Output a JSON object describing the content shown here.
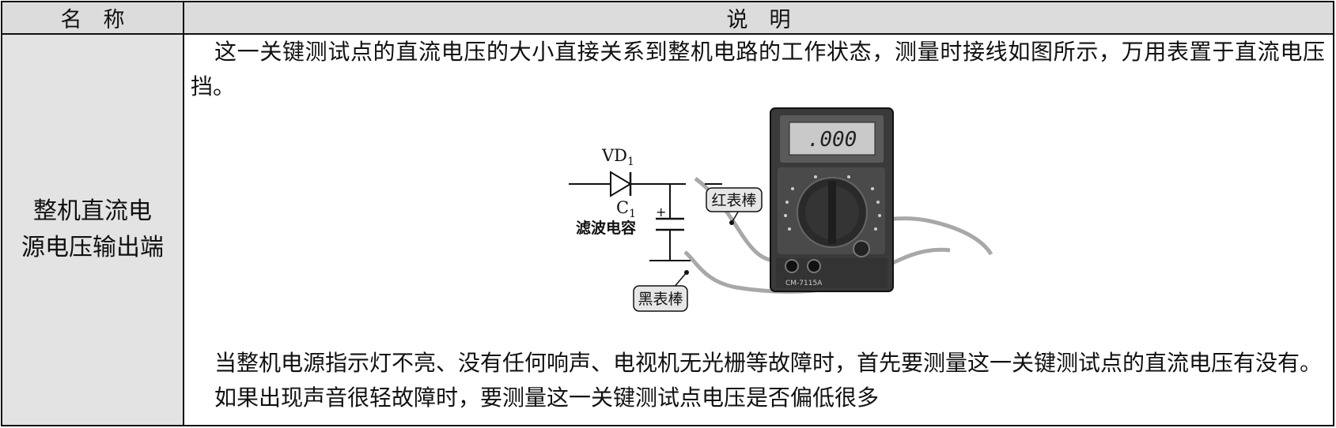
{
  "table": {
    "header": {
      "col1": "名　称",
      "col2": "说　明"
    },
    "row": {
      "name_line1": "整机直流电",
      "name_line2": "源电压输出端",
      "para1": "这一关键测试点的直流电压的大小直接关系到整机电路的工作状态，测量时接线如图所示，万用表置于直流电压挡。",
      "para2": "当整机电源指示灯不亮、没有任何响声、电视机无光栅等故障时，首先要测量这一关键测试点的直流电压有没有。",
      "para3": "如果出现声音很轻故障时，要测量这一关键测试点电压是否偏低很多"
    }
  },
  "figure": {
    "diode_label": "VD",
    "diode_sub": "1",
    "cap_label": "C",
    "cap_sub": "1",
    "cap_desc": "滤波电容",
    "red_probe": "红表棒",
    "black_probe": "黑表棒",
    "meter_display": ".000",
    "meter_model": "CM-7115A",
    "plus_sign": "+"
  }
}
